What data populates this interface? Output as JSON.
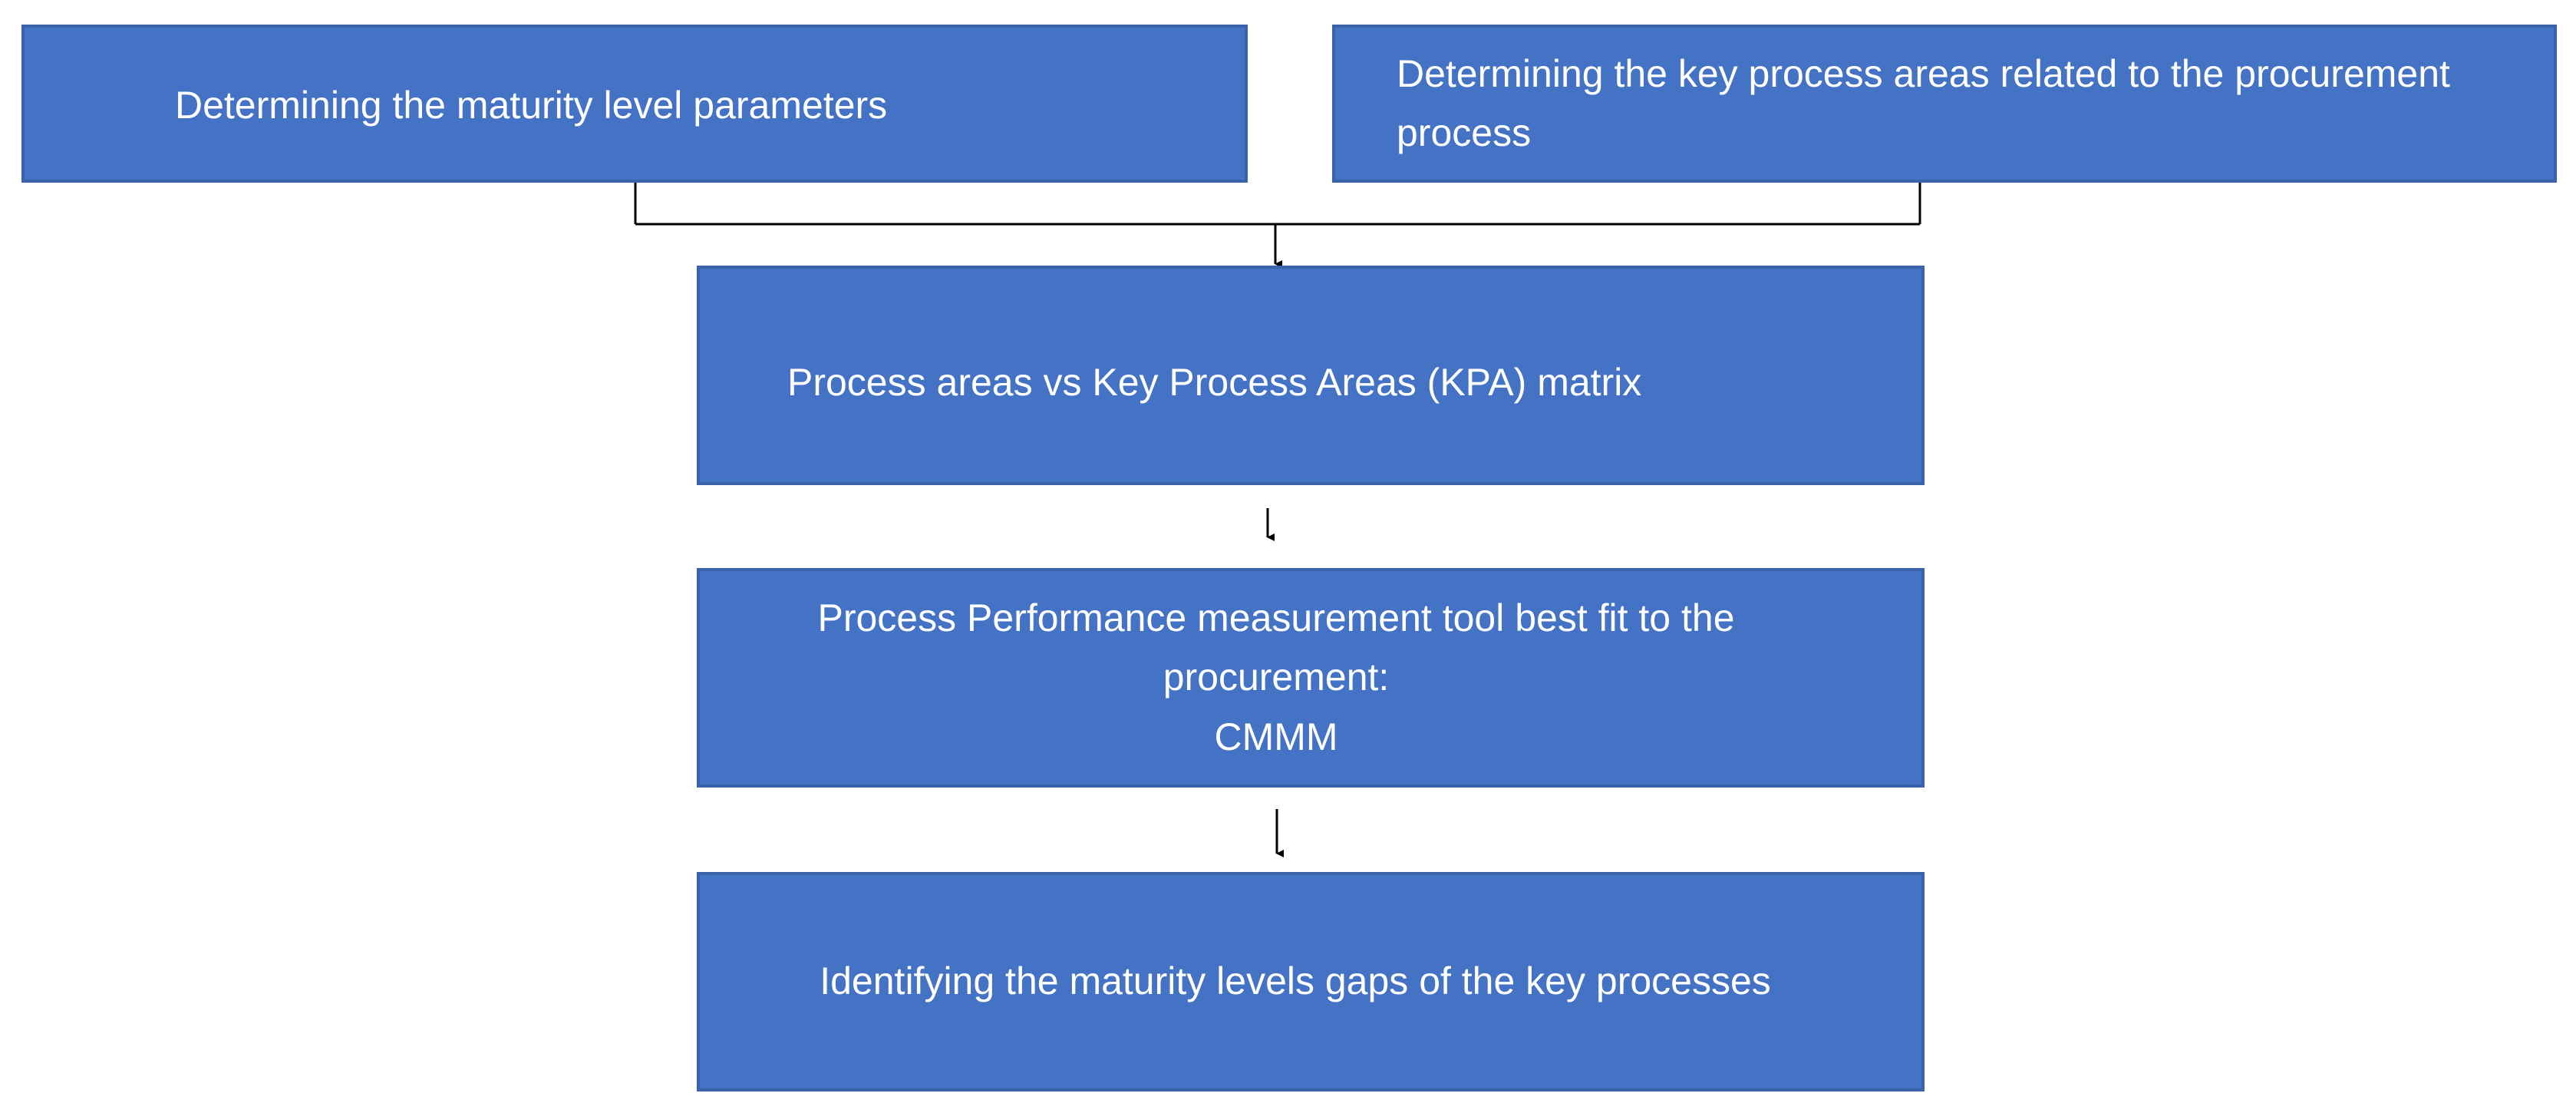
{
  "nodes": {
    "maturity_params": "Determining the maturity level parameters",
    "key_process_areas": "Determining the key process areas related to the procurement process",
    "kpa_matrix": "Process areas vs Key Process Areas (KPA) matrix",
    "measurement_tool_line1": "Process Performance measurement tool best fit to the procurement:",
    "measurement_tool_line2": "CMMM",
    "maturity_gaps": "Identifying the maturity levels gaps of the key processes"
  },
  "colors": {
    "box_fill": "#4472c4",
    "box_border": "#3a62a8",
    "text": "#ffffff",
    "connector": "#000000"
  }
}
